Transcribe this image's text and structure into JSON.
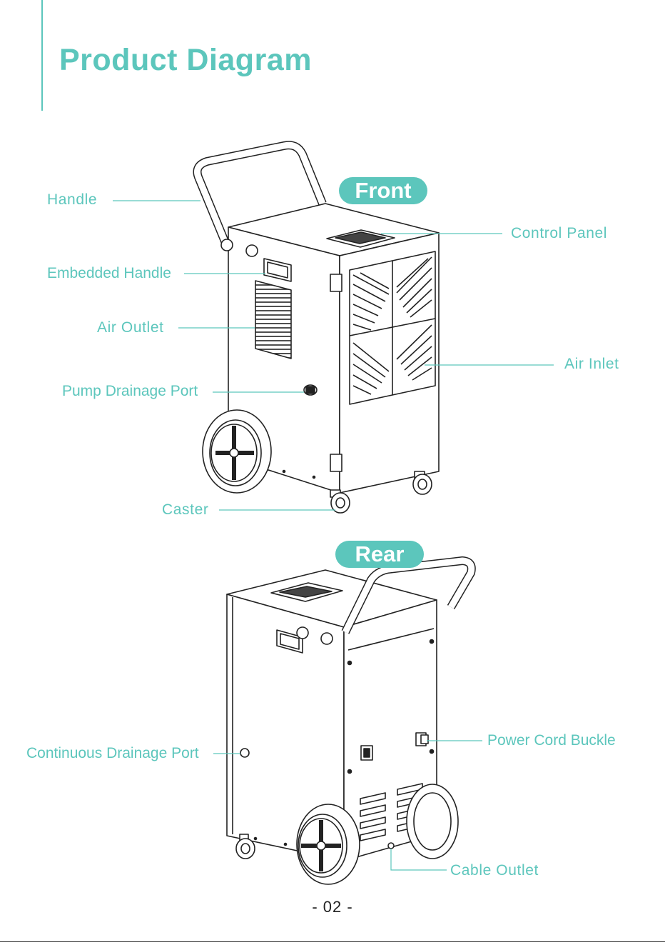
{
  "page": {
    "title": "Product Diagram",
    "page_number": "- 02 -",
    "accent_color": "#5cc6bc"
  },
  "front": {
    "badge": "Front",
    "labels": {
      "handle": "Handle",
      "control_panel": "Control Panel",
      "embedded_handle": "Embedded Handle",
      "air_outlet": "Air Outlet",
      "air_inlet": "Air Inlet",
      "pump_drainage_port": "Pump Drainage Port",
      "caster": "Caster"
    }
  },
  "rear": {
    "badge": "Rear",
    "labels": {
      "power_cord_buckle": "Power Cord Buckle",
      "continuous_drainage_port": "Continuous Drainage Port",
      "cable_outlet": "Cable Outlet"
    }
  }
}
